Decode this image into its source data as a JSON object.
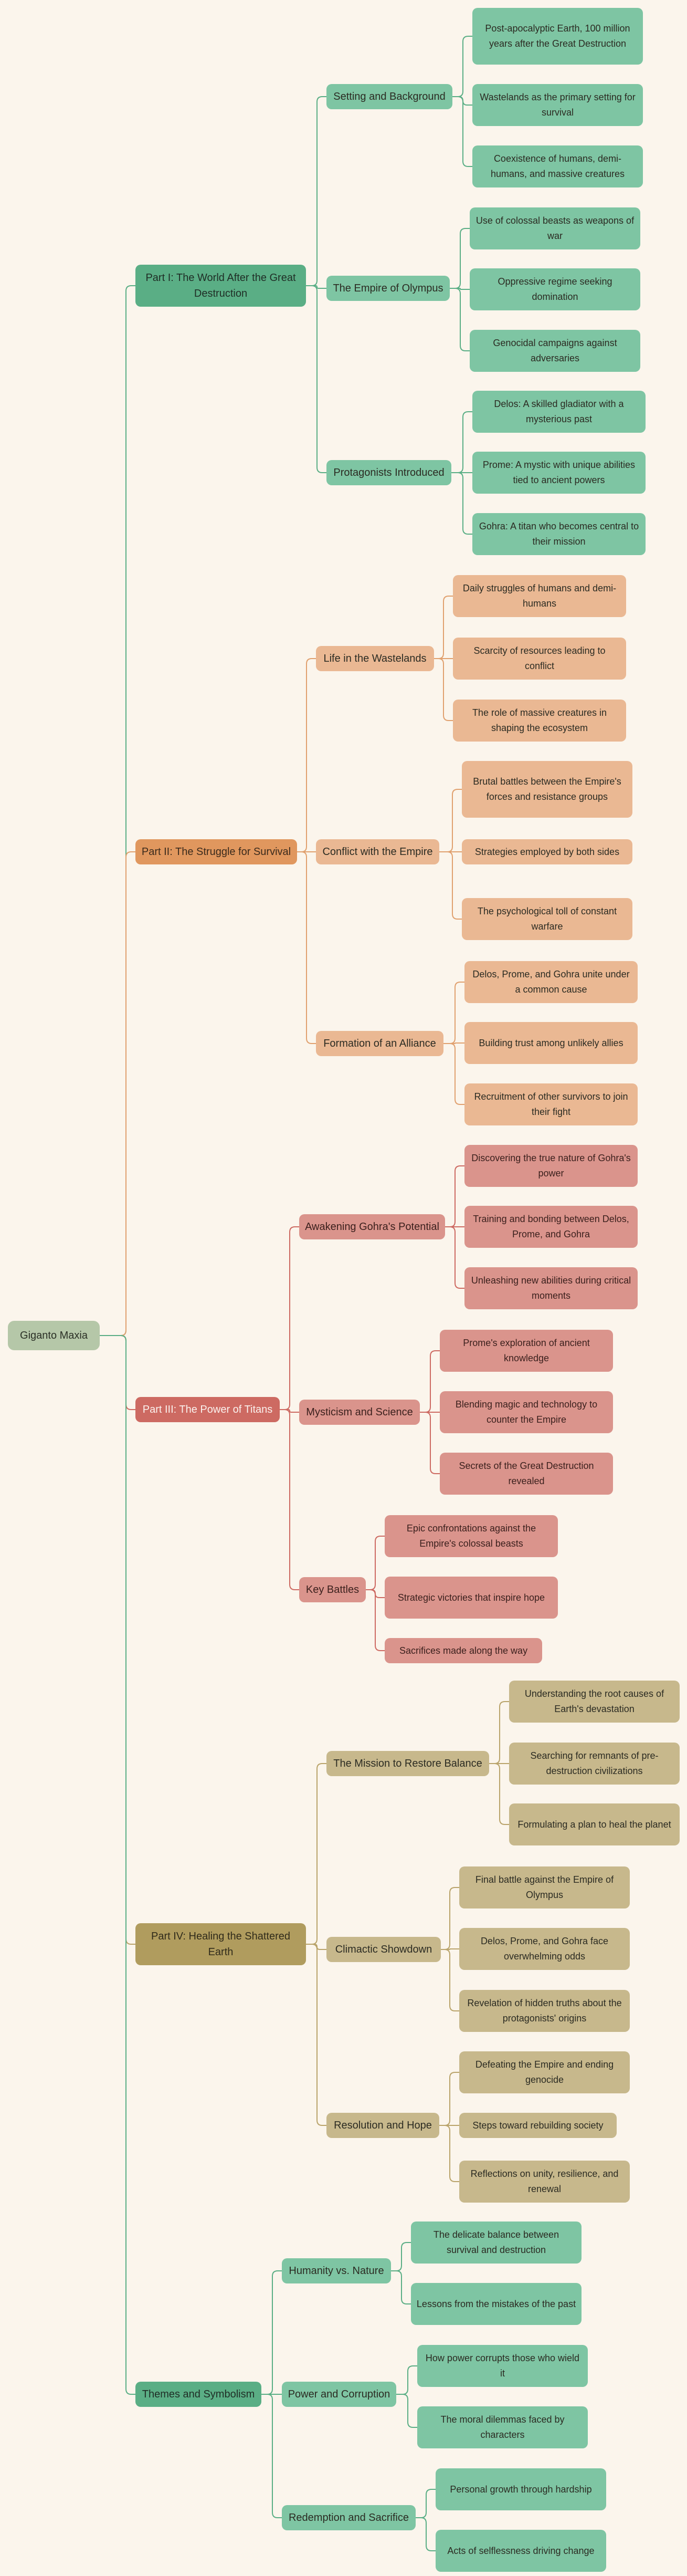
{
  "title": "Giganto Maxia",
  "colors": {
    "root": "#b5c7a8",
    "background": "#fbf5ec"
  },
  "branches": [
    {
      "label": "Part I: The World After the Great Destruction",
      "color": "#5aae85",
      "sub_color": "#7ec5a3",
      "leaf_color": "#7ec5a3",
      "line": "#5aae85",
      "text_color": "#22312a",
      "topics": [
        {
          "label": "Setting and Background",
          "items": [
            "Post-apocalyptic Earth, 100 million years after the Great Destruction",
            "Wastelands as the primary setting for survival",
            "Coexistence of humans, demi-humans, and massive creatures"
          ]
        },
        {
          "label": "The Empire of Olympus",
          "items": [
            "Use of colossal beasts as weapons of war",
            "Oppressive regime seeking domination",
            "Genocidal campaigns against adversaries"
          ]
        },
        {
          "label": "Protagonists Introduced",
          "items": [
            "Delos: A skilled gladiator with a mysterious past",
            "Prome: A mystic with unique abilities tied to ancient powers",
            "Gohra: A titan who becomes central to their mission"
          ]
        }
      ]
    },
    {
      "label": "Part II: The Struggle for Survival",
      "color": "#e0975e",
      "sub_color": "#eab893",
      "leaf_color": "#eab893",
      "line": "#e0a06e",
      "text_color": "#3a2a1c",
      "topics": [
        {
          "label": "Life in the Wastelands",
          "items": [
            "Daily struggles of humans and demi-humans",
            "Scarcity of resources leading to conflict",
            "The role of massive creatures in shaping the ecosystem"
          ]
        },
        {
          "label": "Conflict with the Empire",
          "items": [
            "Brutal battles between the Empire's forces and resistance groups",
            "Strategies employed by both sides",
            "The psychological toll of constant warfare"
          ]
        },
        {
          "label": "Formation of an Alliance",
          "items": [
            "Delos, Prome, and Gohra unite under a common cause",
            "Building trust among unlikely allies",
            "Recruitment of other survivors to join their fight"
          ]
        }
      ]
    },
    {
      "label": "Part III: The Power of Titans",
      "color": "#cd6a62",
      "sub_color": "#da948c",
      "leaf_color": "#da948c",
      "line": "#cd6a62",
      "text_color": "#fbf2ee",
      "topics": [
        {
          "label": "Awakening Gohra's Potential",
          "items": [
            "Discovering the true nature of Gohra's power",
            "Training and bonding between Delos, Prome, and Gohra",
            "Unleashing new abilities during critical moments"
          ]
        },
        {
          "label": "Mysticism and Science",
          "items": [
            "Prome's exploration of ancient knowledge",
            "Blending magic and technology to counter the Empire",
            "Secrets of the Great Destruction revealed"
          ]
        },
        {
          "label": "Key Battles",
          "items": [
            "Epic confrontations against the Empire's colossal beasts",
            "Strategic victories that inspire hope",
            "Sacrifices made along the way"
          ]
        }
      ]
    },
    {
      "label": "Part IV: Healing the Shattered Earth",
      "color": "#b09c5e",
      "sub_color": "#c7b88c",
      "leaf_color": "#c7b88c",
      "line": "#b9a36a",
      "text_color": "#2f2a1a",
      "topics": [
        {
          "label": "The Mission to Restore Balance",
          "items": [
            "Understanding the root causes of Earth's devastation",
            "Searching for remnants of pre-destruction civilizations",
            "Formulating a plan to heal the planet"
          ]
        },
        {
          "label": "Climactic Showdown",
          "items": [
            "Final battle against the Empire of Olympus",
            "Delos, Prome, and Gohra face overwhelming odds",
            "Revelation of hidden truths about the protagonists' origins"
          ]
        },
        {
          "label": "Resolution and Hope",
          "items": [
            "Defeating the Empire and ending genocide",
            "Steps toward rebuilding society",
            "Reflections on unity, resilience, and renewal"
          ]
        }
      ]
    },
    {
      "label": "Themes and Symbolism",
      "color": "#5aae85",
      "sub_color": "#7ec5a3",
      "leaf_color": "#7ec5a3",
      "line": "#5aae85",
      "text_color": "#22312a",
      "topics": [
        {
          "label": "Humanity vs. Nature",
          "items": [
            "The delicate balance between survival and destruction",
            "Lessons from the mistakes of the past"
          ]
        },
        {
          "label": "Power and Corruption",
          "items": [
            "How power corrupts those who wield it",
            "The moral dilemmas faced by characters"
          ]
        },
        {
          "label": "Redemption and Sacrifice",
          "items": [
            "Personal growth through hardship",
            "Acts of selflessness driving change"
          ]
        }
      ]
    }
  ]
}
